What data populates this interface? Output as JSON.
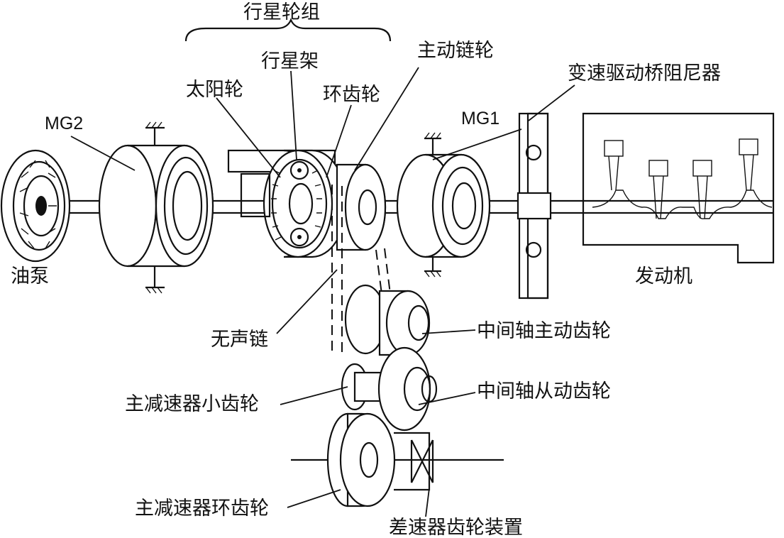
{
  "labels": {
    "planetary_gear_set": "行星轮组",
    "planet_carrier": "行星架",
    "sun_gear": "太阳轮",
    "ring_gear": "环齿轮",
    "drive_sprocket": "主动链轮",
    "damper": "变速驱动桥阻尼器",
    "mg2": "MG2",
    "mg1": "MG1",
    "oil_pump": "油泵",
    "engine": "发动机",
    "silent_chain": "无声链",
    "countershaft_drive_gear": "中间轴主动齿轮",
    "countershaft_driven_gear": "中间轴从动齿轮",
    "final_drive_pinion": "主减速器小齿轮",
    "final_drive_ring_gear": "主减速器环齿轮",
    "differential": "差速器齿轮装置"
  }
}
